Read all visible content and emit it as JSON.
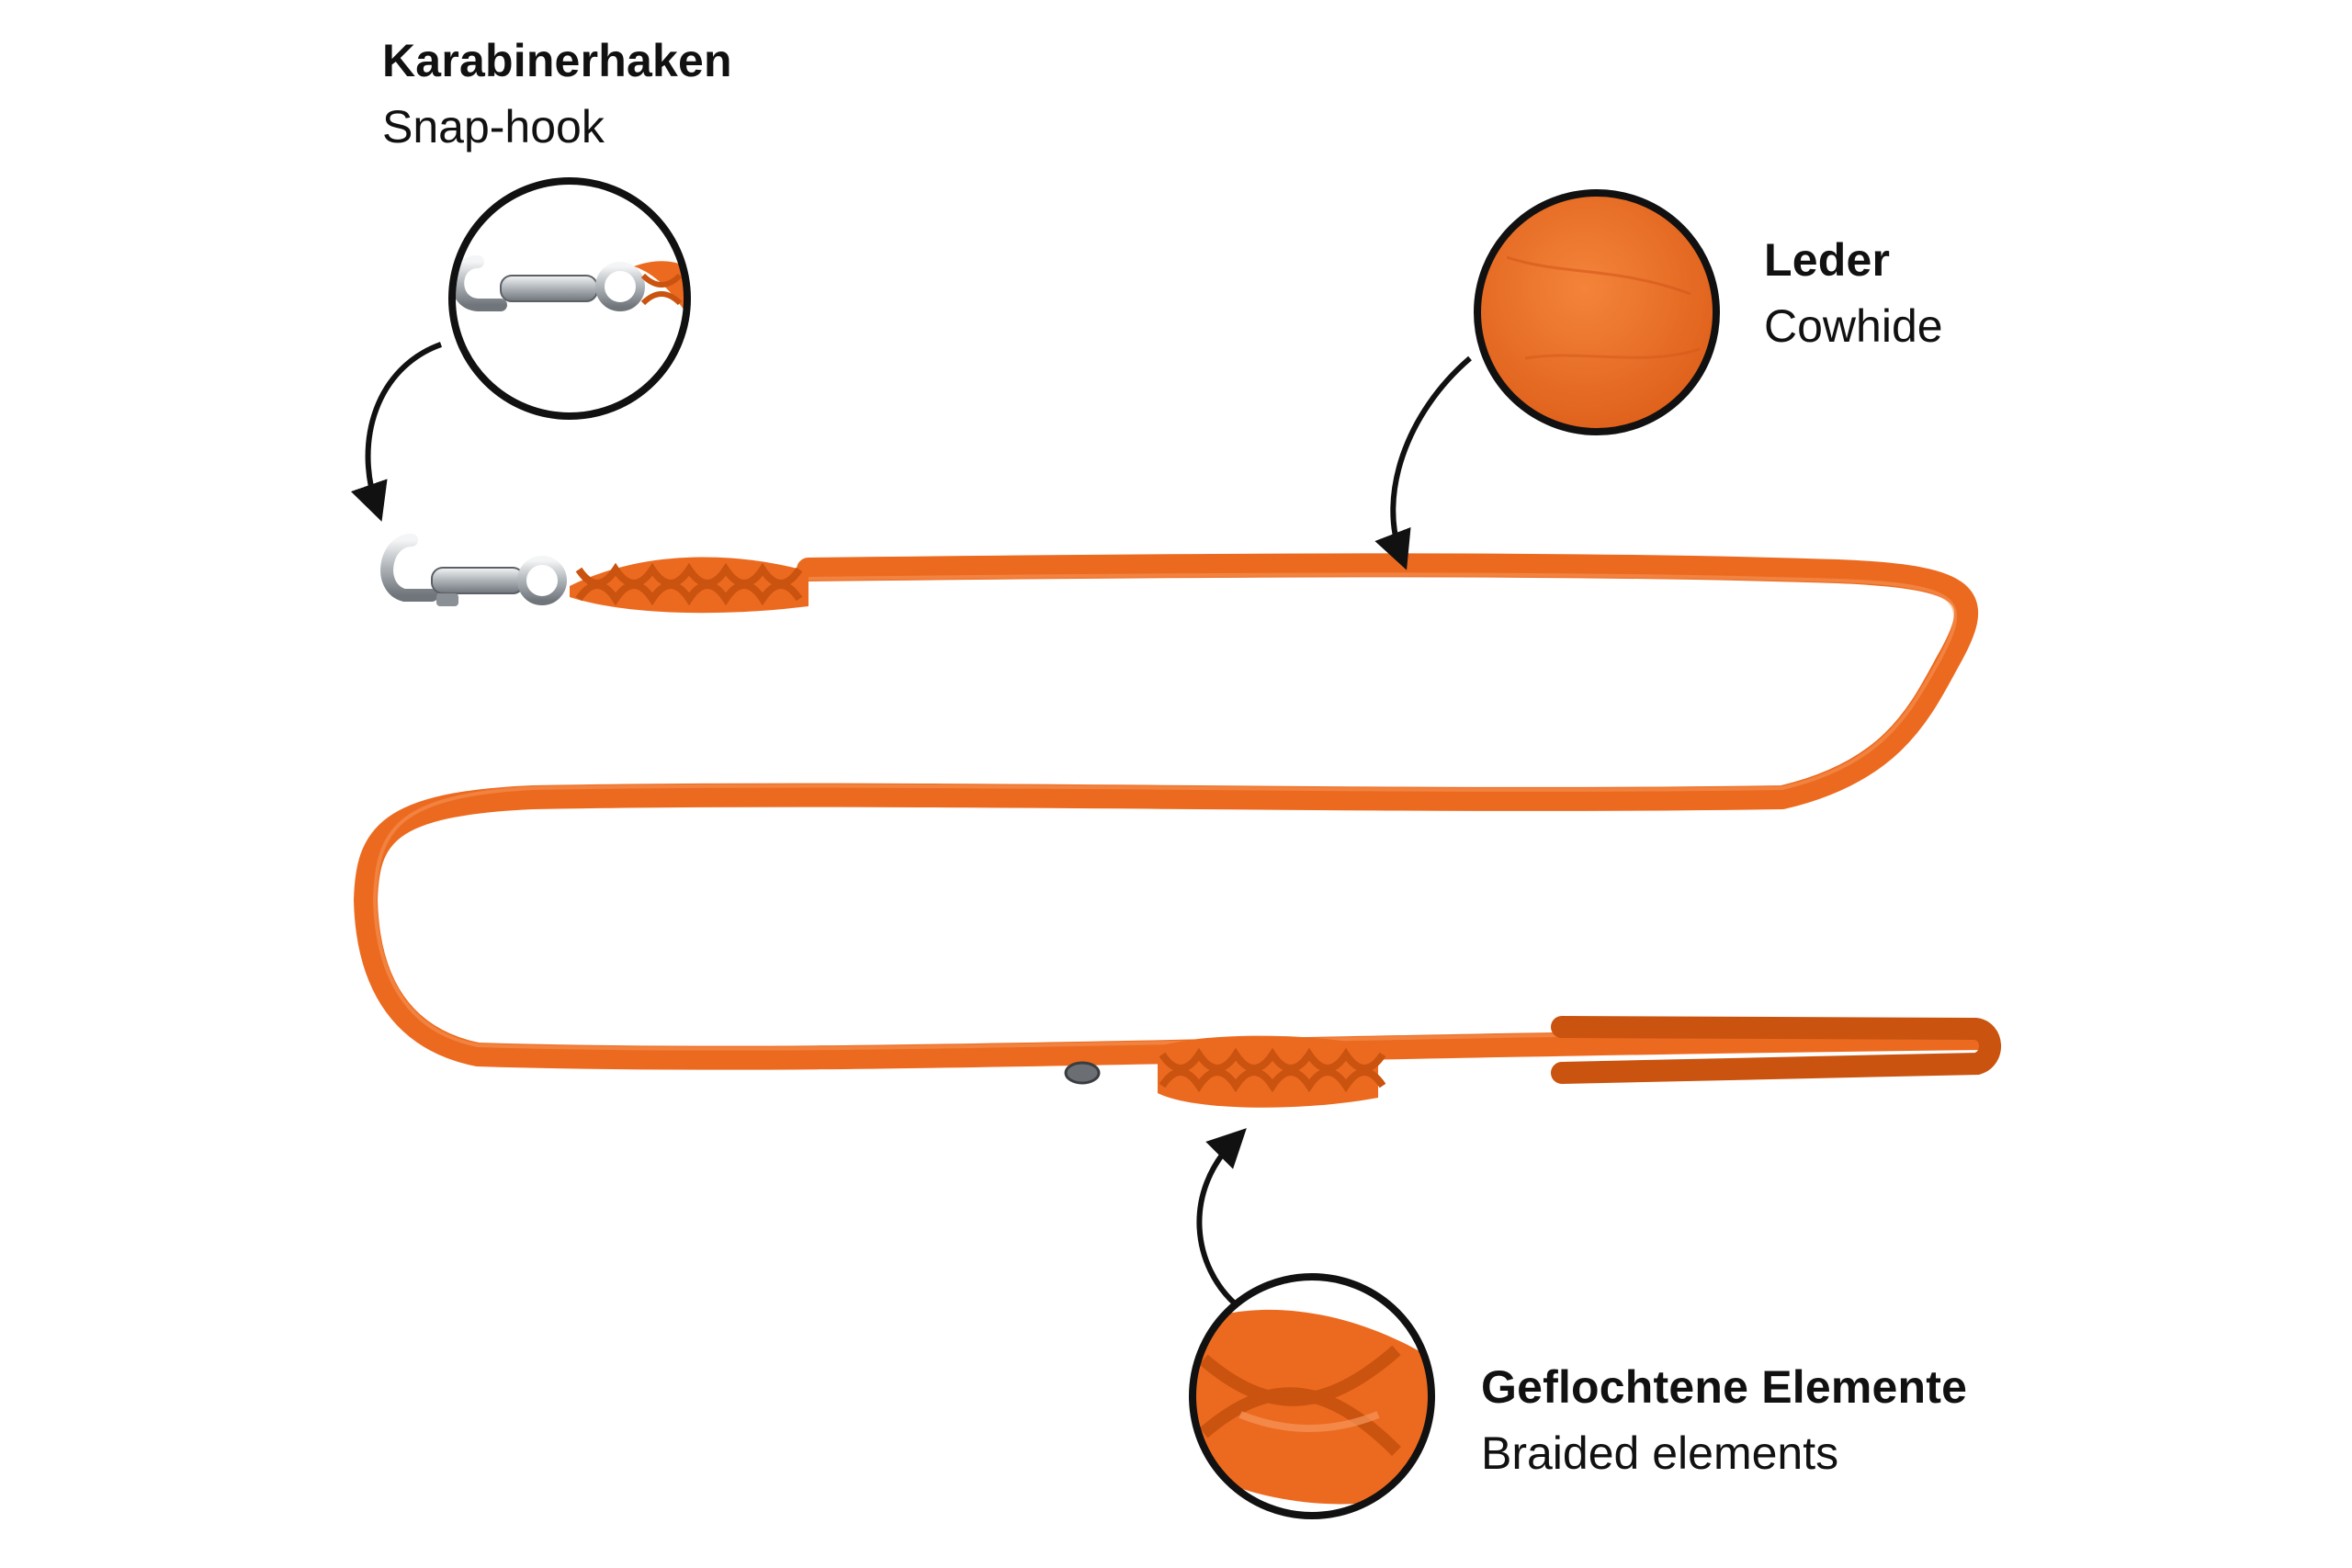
{
  "colors": {
    "leather": "#ec6a1f",
    "leather_dark": "#c9530f",
    "leather_light": "#f4843a",
    "metal": "#c8ccd0",
    "text": "#111111",
    "background": "#ffffff"
  },
  "callouts": {
    "hook": {
      "title": "Karabinerhaken",
      "subtitle": "Snap-hook"
    },
    "leather": {
      "title": "Leder",
      "subtitle": "Cowhide"
    },
    "braid": {
      "title": "Geflochtene Elemente",
      "subtitle": "Braided elements"
    }
  }
}
